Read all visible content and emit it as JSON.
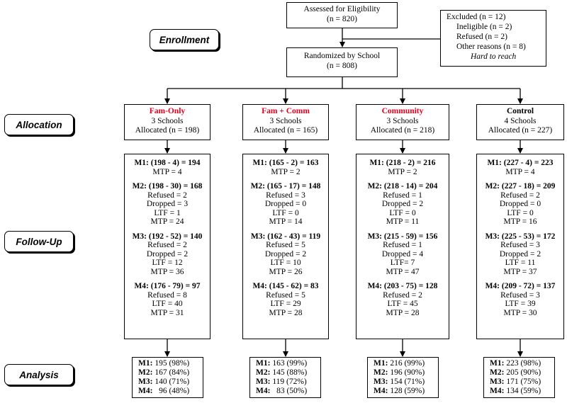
{
  "stages": {
    "enrollment": "Enrollment",
    "allocation": "Allocation",
    "followup": "Follow-Up",
    "analysis": "Analysis"
  },
  "assessed": {
    "line1": "Assessed for Eligibility",
    "line2": "(n = 820)"
  },
  "excluded": {
    "line1": "Excluded (n = 12)",
    "line2": "Ineligible (n = 2)",
    "line3": "Refused (n = 2)",
    "line4": "Other reasons (n = 8)",
    "line5": "Hard to reach"
  },
  "randomized": {
    "line1": "Randomized by School",
    "line2": "(n = 808)"
  },
  "arms": [
    {
      "name": "Fam-Only",
      "schools": "3 Schools",
      "allocated": "Allocated (n = 198)",
      "m1": {
        "head": "M1: (198 - 4) = 194",
        "l1": "MTP = 4"
      },
      "m2": {
        "head": "M2: (198 - 30) = 168",
        "l1": "Refused = 2",
        "l2": "Dropped = 3",
        "l3": "LTF = 1",
        "l4": "MTP = 24"
      },
      "m3": {
        "head": "M3: (192 - 52) = 140",
        "l1": "Refused = 2",
        "l2": "Dropped = 2",
        "l3": "LTF = 12",
        "l4": "MTP = 36"
      },
      "m4": {
        "head": "M4: (176 - 79) = 97",
        "l1": "Refused = 8",
        "l2": "LTF = 40",
        "l3": "MTP = 31"
      },
      "analysis": {
        "m1": {
          "label": "M1:",
          "value": "195 (98%)"
        },
        "m2": {
          "label": "M2:",
          "value": "167 (84%)"
        },
        "m3": {
          "label": "M3:",
          "value": "140 (71%)"
        },
        "m4": {
          "label": "M4:",
          "value": "96 (48%)"
        }
      }
    },
    {
      "name": "Fam + Comm",
      "schools": "3 Schools",
      "allocated": "Allocated (n = 165)",
      "m1": {
        "head": "M1: (165 - 2) = 163",
        "l1": "MTP = 2"
      },
      "m2": {
        "head": "M2: (165 - 17) = 148",
        "l1": "Refused = 3",
        "l2": "Dropped = 0",
        "l3": "LTF = 0",
        "l4": "MTP = 14"
      },
      "m3": {
        "head": "M3: (162 - 43) = 119",
        "l1": "Refused = 5",
        "l2": "Dropped = 2",
        "l3": "LTF = 10",
        "l4": "MTP = 26"
      },
      "m4": {
        "head": "M4: (145 - 62) = 83",
        "l1": "Refused = 5",
        "l2": "LTF = 29",
        "l3": "MTP = 28"
      },
      "analysis": {
        "m1": {
          "label": "M1:",
          "value": "163 (99%)"
        },
        "m2": {
          "label": "M2:",
          "value": "145 (88%)"
        },
        "m3": {
          "label": "M3:",
          "value": "119 (72%)"
        },
        "m4": {
          "label": "M4:",
          "value": "83 (50%)"
        }
      }
    },
    {
      "name": "Community",
      "schools": "3 Schools",
      "allocated": "Allocated (n = 218)",
      "m1": {
        "head": "M1: (218 - 2) = 216",
        "l1": "MTP = 2"
      },
      "m2": {
        "head": "M2: (218 - 14) = 204",
        "l1": "Refused = 1",
        "l2": "Dropped = 2",
        "l3": "LTF = 0",
        "l4": "MTP = 11"
      },
      "m3": {
        "head": "M3: (215 - 59) = 156",
        "l1": "Refused = 1",
        "l2": "Dropped = 4",
        "l3": "LTF= 7",
        "l4": "MTP = 47"
      },
      "m4": {
        "head": "M4: (203 - 75) = 128",
        "l1": "Refused = 2",
        "l2": "LTF = 45",
        "l3": "MTP = 28"
      },
      "analysis": {
        "m1": {
          "label": "M1:",
          "value": "216 (99%)"
        },
        "m2": {
          "label": "M2:",
          "value": "196 (90%)"
        },
        "m3": {
          "label": "M3:",
          "value": "154 (71%)"
        },
        "m4": {
          "label": "M4:",
          "value": "128 (59%)"
        }
      }
    },
    {
      "name": "Control",
      "schools": "4 Schools",
      "allocated": "Allocated (n = 227)",
      "m1": {
        "head": "M1: (227 - 4) = 223",
        "l1": "MTP = 4"
      },
      "m2": {
        "head": "M2: (227 - 18) = 209",
        "l1": "Refused = 2",
        "l2": "Dropped = 0",
        "l3": "LTF = 0",
        "l4": "MTP = 16"
      },
      "m3": {
        "head": "M3: (225 - 53) = 172",
        "l1": "Refused = 3",
        "l2": "Dropped = 2",
        "l3": "LTF = 11",
        "l4": "MTP = 37"
      },
      "m4": {
        "head": "M4: (209 - 72) = 137",
        "l1": "Refused = 3",
        "l2": "LTF = 39",
        "l3": "MTP = 30"
      },
      "analysis": {
        "m1": {
          "label": "M1:",
          "value": "223 (98%)"
        },
        "m2": {
          "label": "M2:",
          "value": "205 (90%)"
        },
        "m3": {
          "label": "M3:",
          "value": "171 (75%)"
        },
        "m4": {
          "label": "M4:",
          "value": "134 (59%)"
        }
      }
    }
  ],
  "colors": {
    "highlight": "#e8001c",
    "line": "#000000"
  }
}
